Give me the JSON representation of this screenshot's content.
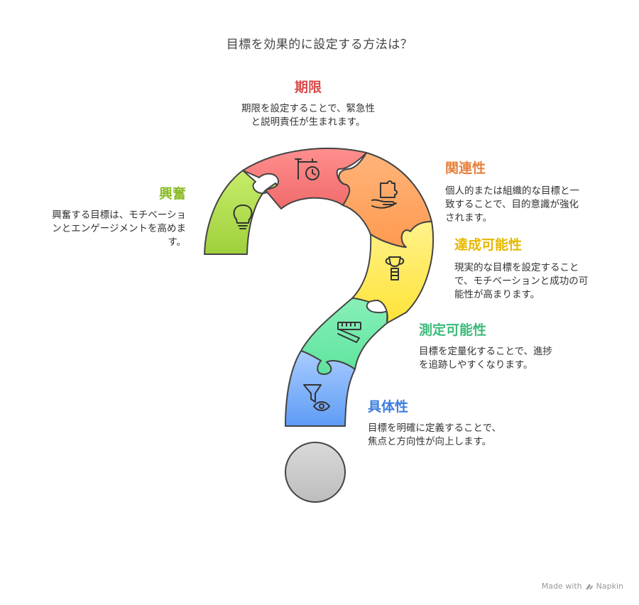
{
  "title": "目標を効果的に設定する方法は？",
  "sections": {
    "deadline": {
      "heading": "期限",
      "desc": "期限を設定することで、緊急性\nと説明責任が生まれます。",
      "color": "#d94b4b",
      "icon": "clock-icon"
    },
    "relevance": {
      "heading": "関連性",
      "desc": "個人的または組織的な目標と一\n致することで、目的意識が強化\nされます。",
      "color": "#e8803a",
      "icon": "puzzle-hand-icon"
    },
    "achievable": {
      "heading": "達成可能性",
      "desc": "現実的な目標を設定すること\nで、モチベーションと成功の可\n能性が高まります。",
      "color": "#e8c22a",
      "icon": "trophy-icon"
    },
    "measurable": {
      "heading": "測定可能性",
      "desc": "目標を定量化することで、進捗\nを追跡しやすくなります。",
      "color": "#3dbb7c",
      "icon": "ruler-icon"
    },
    "specific": {
      "heading": "具体性",
      "desc": "目標を明確に定義することで、\n焦点と方向性が向上します。",
      "color": "#3d7de0",
      "icon": "funnel-eye-icon"
    },
    "excitement": {
      "heading": "興奮",
      "desc": "興奮する目標は、モチベーショ\nンとエンゲージメントを高めま\nす。",
      "color": "#8cbd2a",
      "icon": "lightbulb-icon"
    }
  },
  "footer": {
    "made_with": "Made with",
    "brand": "Napkin"
  }
}
